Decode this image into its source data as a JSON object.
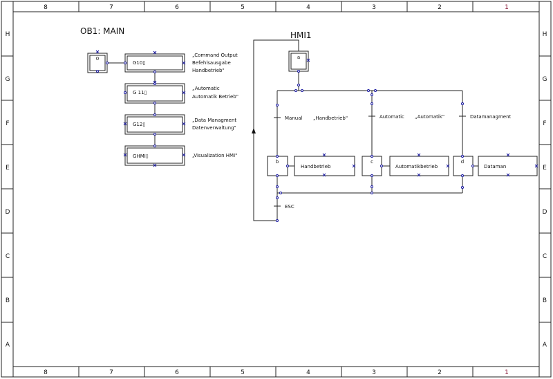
{
  "border": {
    "columns": [
      "8",
      "7",
      "6",
      "5",
      "4",
      "3",
      "2",
      "1"
    ],
    "rows": [
      "H",
      "G",
      "F",
      "E",
      "D",
      "C",
      "B",
      "A"
    ]
  },
  "ob1": {
    "title": "OB1: MAIN",
    "init_step": "0",
    "blocks": [
      {
        "name": "G10▯",
        "comment_lines": [
          "„Command Output",
          "Befehlsausgabe",
          "Handbetrieb\""
        ]
      },
      {
        "name": "G 11▯",
        "comment_lines": [
          "„Automatic",
          "Automatik Betrieb\""
        ]
      },
      {
        "name": "G12▯",
        "comment_lines": [
          "„Data Managment",
          "Datenverwaltung\""
        ]
      },
      {
        "name": "GHMI▯",
        "comment_lines": [
          "„Visualization HMI\""
        ]
      }
    ]
  },
  "hmi": {
    "title": "HMI1",
    "init_step": "a",
    "transitions": {
      "manual": "Manual",
      "manual_comment": "„Handbetrieb\"",
      "automatic": "Automatic",
      "automatic_comment": "„Automatik\"",
      "data": "Datamanagment",
      "esc": "ESC"
    },
    "steps": [
      {
        "id": "b",
        "action": "Handbetrieb"
      },
      {
        "id": "c",
        "action": "Automatikbetrieb"
      },
      {
        "id": "d",
        "action": "Dataman"
      }
    ]
  }
}
